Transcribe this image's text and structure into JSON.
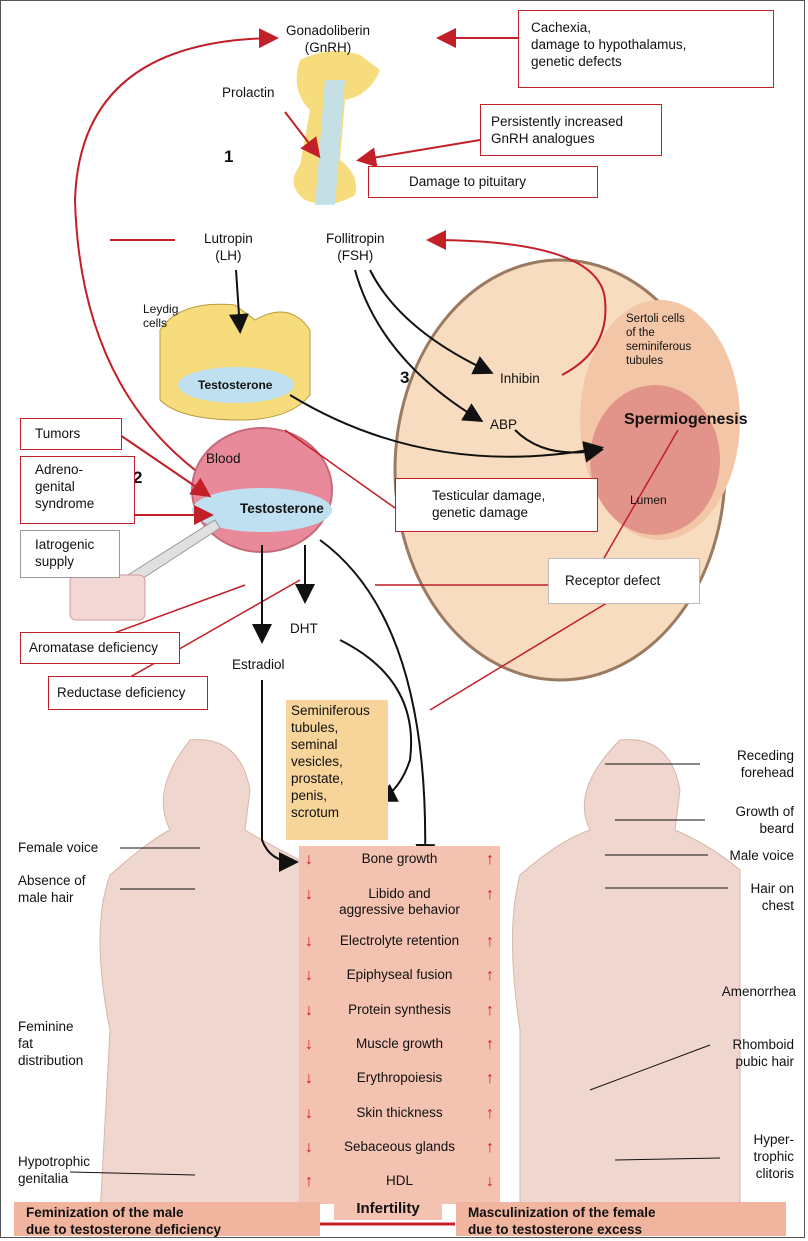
{
  "labels": {
    "gnrh": "Gonadoliberin\n(GnRH)",
    "prolactin": "Prolactin",
    "lh": "Lutropin\n(LH)",
    "fsh": "Follitropin\n(FSH)",
    "leydig": "Leydig\ncells",
    "testosterone_cell": "Testosterone",
    "sertoli": "Sertoli cells\nof the\nseminiferous\ntubules",
    "inhibin": "Inhibin",
    "abp": "ABP",
    "spermiogenesis": "Spermiogenesis",
    "lumen": "Lumen",
    "blood": "Blood",
    "testosterone_blood": "Testosterone",
    "dht": "DHT",
    "estradiol": "Estradiol",
    "num1": "1",
    "num2": "2",
    "num3": "3"
  },
  "boxes": {
    "cachexia": "Cachexia,\ndamage to hypothalamus,\ngenetic defects",
    "gnrh_analogues": "Persistently increased\nGnRH analogues",
    "pituitary_damage": "Damage to pituitary",
    "tumors": "Tumors",
    "adrenogenital": "Adreno-\ngenital\nsyndrome",
    "iatrogenic": "Iatrogenic\nsupply",
    "testicular_damage": "Testicular damage,\ngenetic damage",
    "receptor_defect": "Receptor defect",
    "aromatase": "Aromatase deficiency",
    "reductase": "Reductase deficiency"
  },
  "targets": "Seminiferous\ntubules,\nseminal\nvesicles,\nprostate,\npenis,\nscrotum",
  "effects": [
    {
      "label": "Bone growth",
      "left": "↓",
      "right": "↑"
    },
    {
      "label": "Libido and\naggressive behavior",
      "left": "↓",
      "right": "↑"
    },
    {
      "label": "Electrolyte retention",
      "left": "↓",
      "right": "↑"
    },
    {
      "label": "Epiphyseal fusion",
      "left": "↓",
      "right": "↑"
    },
    {
      "label": "Protein synthesis",
      "left": "↓",
      "right": "↑"
    },
    {
      "label": "Muscle growth",
      "left": "↓",
      "right": "↑"
    },
    {
      "label": "Erythropoiesis",
      "left": "↓",
      "right": "↑"
    },
    {
      "label": "Skin thickness",
      "left": "↓",
      "right": "↑"
    },
    {
      "label": "Sebaceous glands",
      "left": "↓",
      "right": "↑"
    },
    {
      "label": "HDL",
      "left": "↑",
      "right": "↓"
    }
  ],
  "male_labels": {
    "voice": "Female voice",
    "hair": "Absence of\nmale hair",
    "fat": "Feminine\nfat\ndistribution",
    "genitalia": "Hypotrophic\ngenitalia"
  },
  "female_labels": {
    "forehead": "Receding\nforehead",
    "beard": "Growth of\nbeard",
    "voice": "Male voice",
    "chest": "Hair on\nchest",
    "amenorrhea": "Amenorrhea",
    "pubic": "Rhomboid\npubic hair",
    "clitoris": "Hyper-\ntrophic\nclitoris"
  },
  "footer": {
    "left": "Feminization of the male\ndue to testosterone deficiency",
    "center": "Infertility",
    "right": "Masculinization of the female\ndue to testosterone excess"
  },
  "colors": {
    "inhibit_red": "#c21f28",
    "gland_yellow": "#f7dc7d",
    "hormone_blue": "#bfe0f0",
    "blood_pink": "#e98a9a",
    "effects_bg": "#f3c2b0",
    "footer_bg": "#f0b49f"
  }
}
